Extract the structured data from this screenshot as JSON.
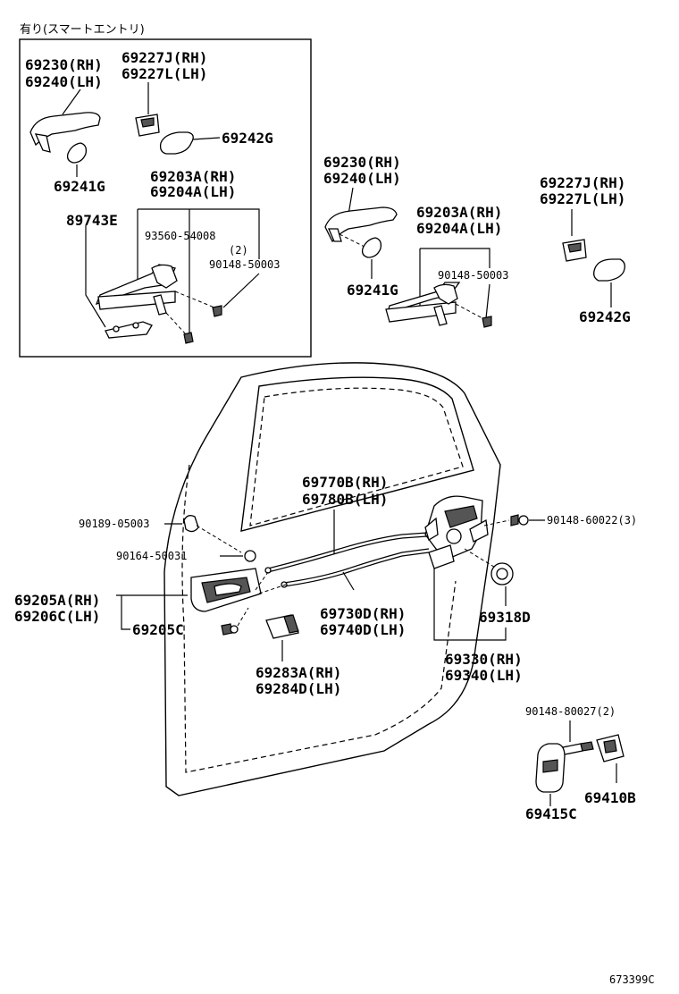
{
  "inset": {
    "title": "有り(スマートエントリ)",
    "handle_rh": "69230(RH)",
    "handle_lh": "69240(LH)",
    "cover_rh": "69227J(RH)",
    "cover_lh": "69227L(LH)",
    "pad_g": "69242G",
    "pad_241g": "69241G",
    "frame_rh": "69203A(RH)",
    "frame_lh": "69204A(LH)",
    "part_89743e": "89743E",
    "bolt_93560": "93560-54008",
    "bolt_93560_qty": "(2)",
    "bolt_90148": "90148-50003"
  },
  "upper": {
    "handle_rh": "69230(RH)",
    "handle_lh": "69240(LH)",
    "cover_rh": "69227J(RH)",
    "cover_lh": "69227L(LH)",
    "frame_rh": "69203A(RH)",
    "frame_lh": "69204A(LH)",
    "bolt_90148": "90148-50003",
    "pad_241g": "69241G",
    "pad_g": "69242G"
  },
  "door": {
    "cable_rh": "69770B(RH)",
    "cable_lh": "69780B(LH)",
    "screw_90189": "90189-05003",
    "screw_90164": "90164-50031",
    "screw_90148": "90148-60022(3)",
    "inside_rh": "69205A(RH)",
    "inside_lh": "69206C(LH)",
    "part_69205c": "69205C",
    "cable2_rh": "69730D(RH)",
    "cable2_lh": "69740D(LH)",
    "cap_69318d": "69318D",
    "cover2_rh": "69283A(RH)",
    "cover2_lh": "69284D(LH)",
    "lock_rh": "69330(RH)",
    "lock_lh": "69340(LH)"
  },
  "striker": {
    "screw": "90148-80027(2)",
    "striker": "69410B",
    "plate": "69415C"
  },
  "figure_code": "673399C"
}
